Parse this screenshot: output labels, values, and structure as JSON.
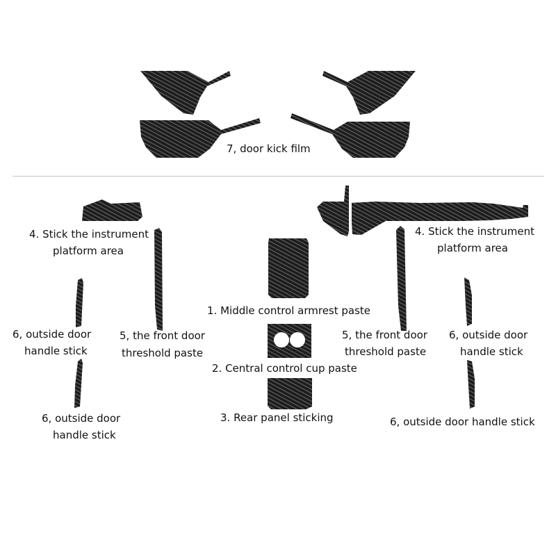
{
  "colors": {
    "carbon_base": "#1c1c1c",
    "carbon_weave": "#6e6e6e",
    "divider": "#c4c4c4",
    "text": "#111111"
  },
  "labels": {
    "door_kick_film": "7, door kick film",
    "instrument_left_1": "4. Stick the instrument",
    "instrument_left_2": "platform area",
    "instrument_right_1": "4. Stick the instrument",
    "instrument_right_2": "platform area",
    "armrest": "1. Middle control armrest paste",
    "cup": "2. Central control cup paste",
    "rear_panel": "3. Rear panel sticking",
    "threshold_left_1": "5, the front door",
    "threshold_left_2": "threshold paste",
    "threshold_right_1": "5, the front door",
    "threshold_right_2": "threshold paste",
    "handle_left_upper_1": "6, outside door",
    "handle_left_upper_2": "handle stick",
    "handle_left_lower_1": "6, outside door",
    "handle_left_lower_2": "handle stick",
    "handle_right_upper_1": "6, outside door",
    "handle_right_upper_2": "handle stick",
    "handle_right_lower": "6, outside door handle stick"
  }
}
